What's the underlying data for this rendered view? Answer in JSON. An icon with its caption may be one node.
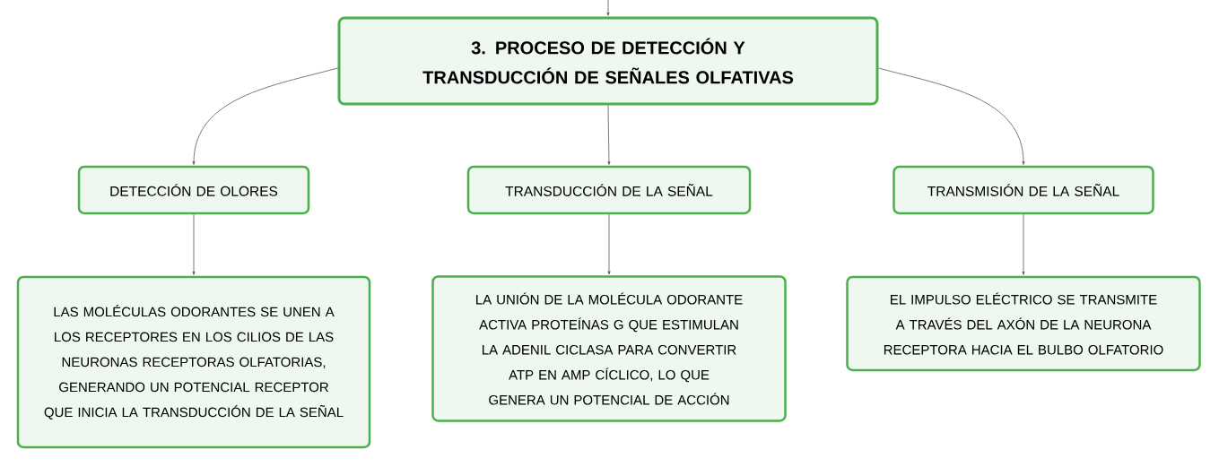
{
  "diagram": {
    "nodes": [
      {
        "text": [
          "3. PROCESO DE DETECCIÓN Y TRANSDUCCIÓN DE SEÑALES OLFATIVAS"
        ]
      },
      {
        "text": [
          "DETECCIÓN DE OLORES"
        ]
      },
      {
        "text": [
          "TRANSDUCCIÓN DE LA SEÑAL"
        ]
      },
      {
        "text": [
          "TRANSMISIÓN DE LA SEÑAL"
        ]
      },
      {
        "text": [
          "LAS MOLÉCULAS ODORANTES SE UNEN A LOS RECEPTORES EN LOS CILIOS DE LAS NEURONAS RECEPTORAS OLFATORIAS, GENERANDO UN POTENCIAL RECEPTOR QUE INICIA LA TRANSDUCCIÓN DE LA SEÑAL"
        ]
      },
      {
        "text": [
          "LA UNIÓN DE LA MOLÉCULA ODORANTE ACTIVA PROTEÍNAS G QUE ESTIMULAN LA ADENIL CICLASA PARA CONVERTIR ATP EN AMP CÍCLICO, LO QUE GENERA UN POTENCIAL DE ACCIÓN"
        ]
      },
      {
        "text": [
          "EL IMPULSO ELÉCTRICO SE TRANSMITE A TRAVÉS DEL AXÓN DE LA NEURONA RECEPTORA HACIA EL BULBO OLFATORIO"
        ]
      }
    ],
    "edges": [
      {
        "from": null,
        "to": 0,
        "arrow": "to"
      },
      {
        "from": 0,
        "to": 1,
        "arrow": "to"
      },
      {
        "from": 0,
        "to": 2,
        "arrow": "to"
      },
      {
        "from": 0,
        "to": 3,
        "arrow": "to"
      },
      {
        "from": 1,
        "to": 4,
        "arrow": "to"
      },
      {
        "from": 2,
        "to": 5,
        "arrow": "to"
      },
      {
        "from": 3,
        "to": 6,
        "arrow": "to"
      }
    ]
  }
}
